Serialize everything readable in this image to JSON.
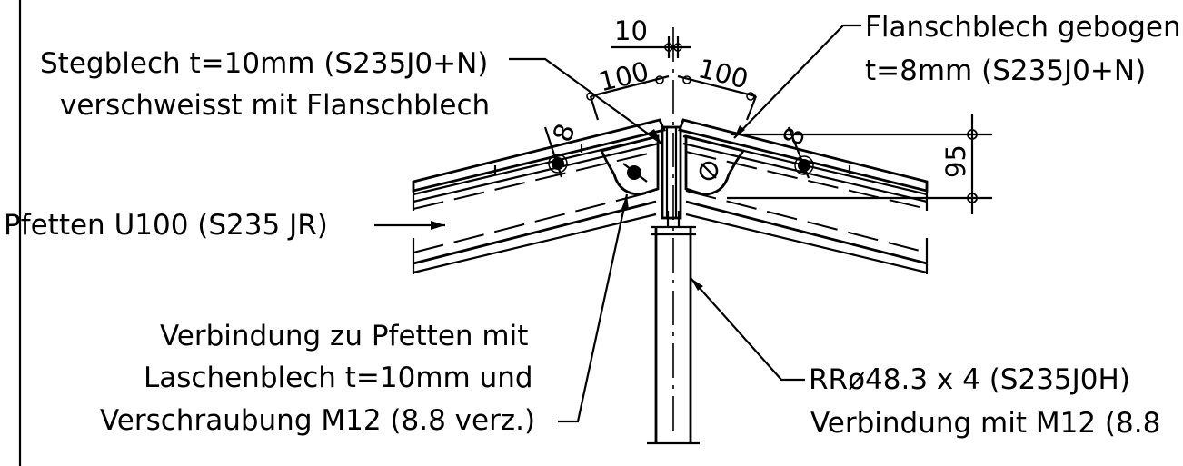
{
  "labels": {
    "steg_line1": "Stegblech t=10mm (S235J0+N)",
    "steg_line2": "verschweisst mit Flanschblech",
    "flansch_line1": "Flanschblech gebogen",
    "flansch_line2": "t=8mm (S235J0+N)",
    "pfetten": "Pfetten U100 (S235 JR)",
    "verb_line1": "Verbindung zu Pfetten mit",
    "verb_line2": "Laschenblech t=10mm und",
    "verb_line3": "Verschraubung M12 (8.8 verz.)",
    "rohr_line1": "RRø48.3 x 4 (S235J0H)",
    "rohr_line2": "Verbindung mit M12 (8.8"
  },
  "dimensions": {
    "top_gap": "10",
    "left_spacing": "100",
    "right_spacing": "100",
    "left_thickness": "8",
    "right_thickness": "8",
    "height": "95"
  }
}
